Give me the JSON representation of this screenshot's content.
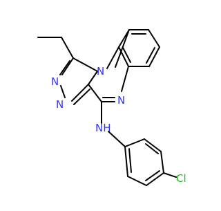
{
  "structure": {
    "atoms": {
      "n_triazole_a": "N",
      "n_triazole_b": "N",
      "n_bridge": "N",
      "n_pyrazine": "N",
      "nh_label": "NH",
      "chlorine": "Cl"
    },
    "colors": {
      "nitrogen": "#3333ff",
      "chlorine": "#22bb22",
      "bond": "#000000",
      "background": "#ffffff"
    }
  }
}
